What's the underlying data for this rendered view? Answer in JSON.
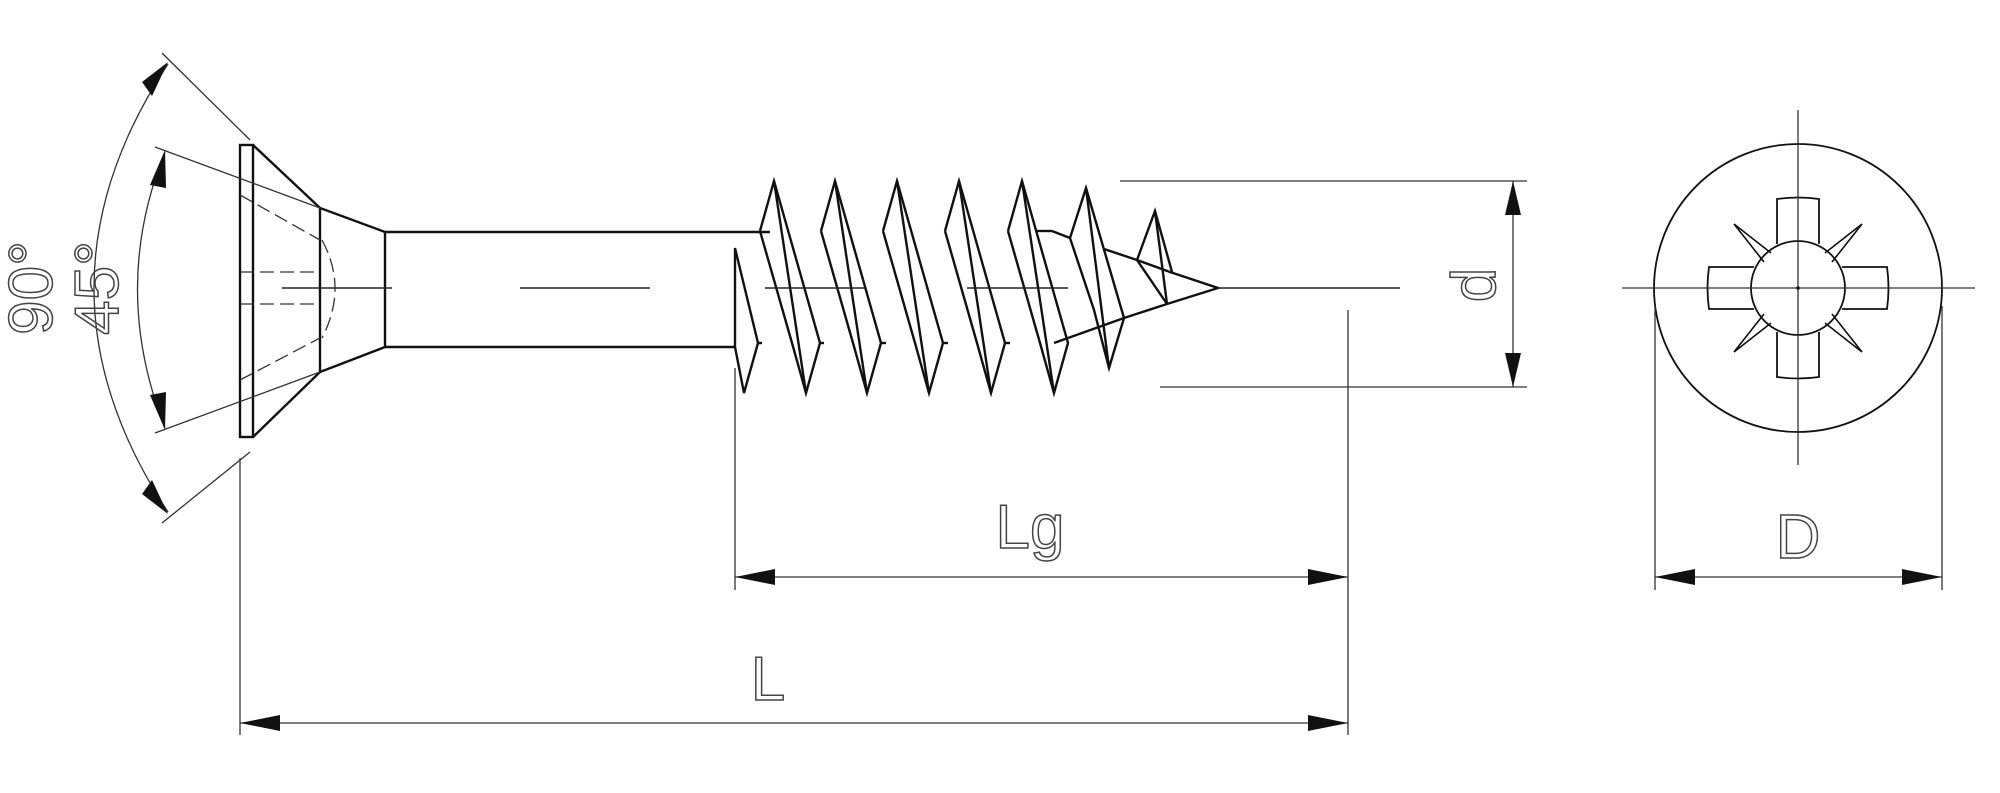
{
  "drawing": {
    "title": "Countersunk screw with cross recess",
    "labels": {
      "angle_outer": "90°",
      "angle_inner": "45°",
      "thread_diameter": "d",
      "thread_length": "Lg",
      "total_length": "L",
      "head_diameter": "D"
    },
    "thread_count": 7,
    "line_color": "#111111"
  }
}
